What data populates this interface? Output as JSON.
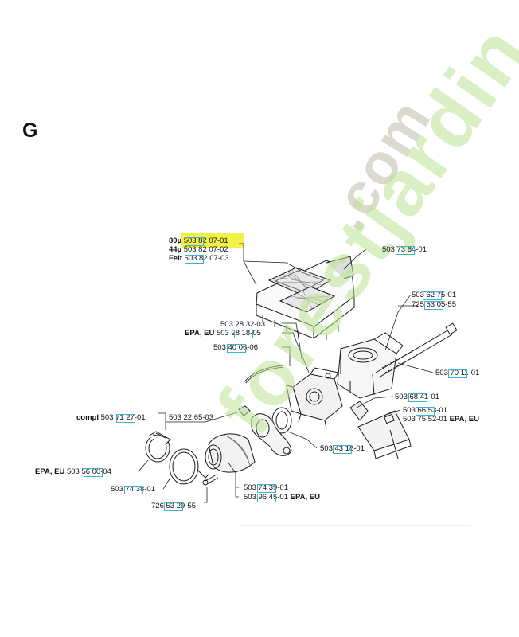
{
  "section": "G",
  "watermark": {
    "brand": "forestjardin",
    "domain": ".com"
  },
  "parts": [
    {
      "id": "p1",
      "qual": "80µ",
      "number": "503 82 07-01"
    },
    {
      "id": "p2",
      "qual": "44µ",
      "number": "503 82 07-02"
    },
    {
      "id": "p3",
      "qual": "Felt",
      "number": "503 82 07-03"
    },
    {
      "id": "p4",
      "qual": "",
      "number": "503 73 64-01"
    },
    {
      "id": "p5",
      "qual": "",
      "number": "503 62 75-01"
    },
    {
      "id": "p6",
      "qual": "",
      "number": "725 53 05-55"
    },
    {
      "id": "p7",
      "qual": "",
      "number": "503 28 32-03"
    },
    {
      "id": "p8",
      "qual": "EPA, EU",
      "number": "503 28 18-05"
    },
    {
      "id": "p9",
      "qual": "",
      "number": "503 40 06-06"
    },
    {
      "id": "p10",
      "qual": "",
      "number": "503 70 11-01"
    },
    {
      "id": "p11",
      "qual": "",
      "number": "503 68 41-01"
    },
    {
      "id": "p12",
      "qual": "",
      "number": "503 66 53-01"
    },
    {
      "id": "p13",
      "qual": "",
      "number": "503 75 52-01",
      "suffix": "EPA, EU"
    },
    {
      "id": "p14",
      "qual": "compl",
      "number": "503 71 27-01"
    },
    {
      "id": "p15",
      "qual": "",
      "number": "503 22 65-03"
    },
    {
      "id": "p16",
      "qual": "",
      "number": "503 43 18-01"
    },
    {
      "id": "p17",
      "qual": "EPA, EU",
      "number": "503 56 00-04"
    },
    {
      "id": "p18",
      "qual": "",
      "number": "503 74 38-01"
    },
    {
      "id": "p19",
      "qual": "",
      "number": "503 74 39-01"
    },
    {
      "id": "p20",
      "qual": "",
      "number": "503 96 45-01",
      "suffix": "EPA, EU"
    },
    {
      "id": "p21",
      "qual": "",
      "number": "726 53 29-55"
    }
  ]
}
